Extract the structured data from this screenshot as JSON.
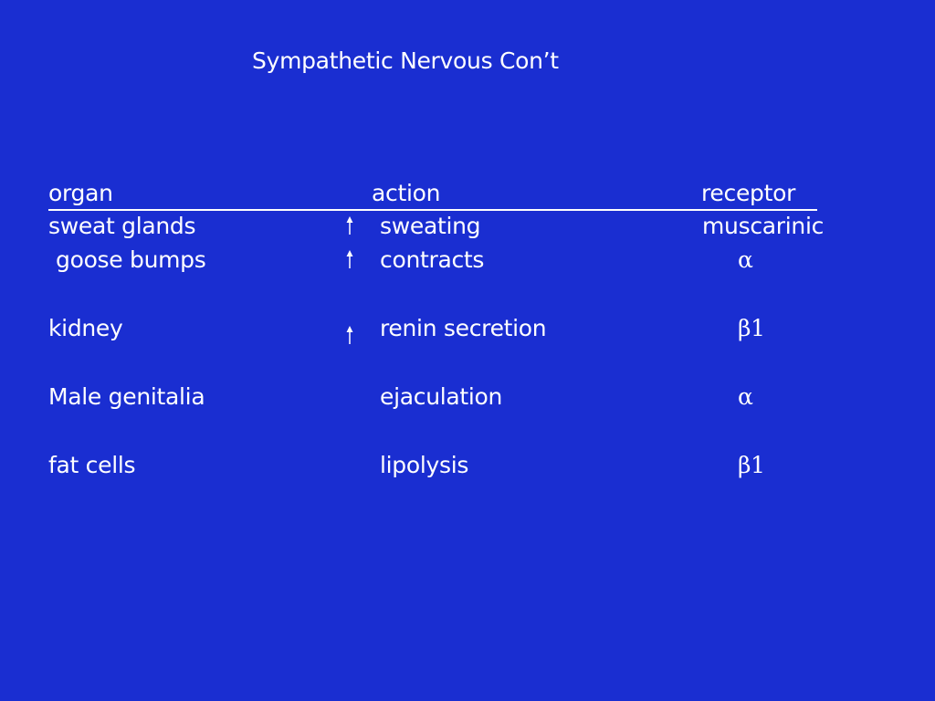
{
  "slide": {
    "title": "Sympathetic Nervous Con’t",
    "headers": {
      "organ": "organ",
      "action": "action",
      "receptor": "receptor"
    },
    "rows": [
      {
        "organ": " sweat glands",
        "arrow": "up-arrow-icon",
        "action": "sweating",
        "receptor": "muscarinic"
      },
      {
        "organ": "  goose bumps",
        "arrow": "up-arrow-icon",
        "action": "contracts",
        "receptor": "α"
      },
      {
        "organ": "kidney",
        "arrow": "up-arrow-icon",
        "action": "renin secretion",
        "receptor": "β1"
      },
      {
        "organ": "Male genitalia",
        "arrow": "",
        "action": "ejaculation",
        "receptor": "α"
      },
      {
        "organ": "fat cells",
        "arrow": "",
        "action": "lipolysis",
        "receptor": "β1"
      }
    ]
  },
  "colors": {
    "background": "#1a2ed1",
    "text": "#ffffff"
  }
}
